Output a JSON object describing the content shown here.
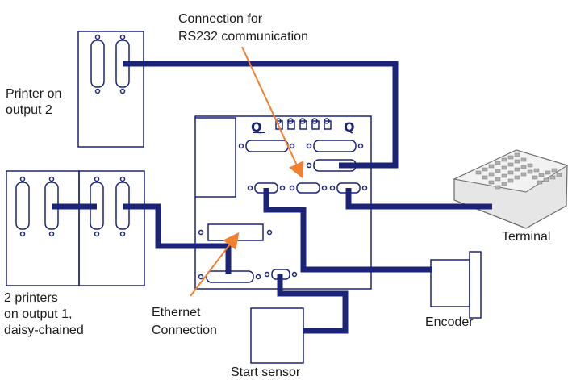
{
  "labels": {
    "rs232_line1": "Connection for",
    "rs232_line2": "RS232 communication",
    "printer2_line1": "Printer on",
    "printer2_line2": "output 2",
    "printers1_line1": "2 printers",
    "printers1_line2": "on output 1,",
    "printers1_line3": "daisy-chained",
    "ethernet_line1": "Ethernet",
    "ethernet_line2": "Connection",
    "terminal": "Terminal",
    "encoder": "Encoder",
    "start_sensor": "Start sensor"
  },
  "colors": {
    "outline": "#1c2478",
    "cable": "#1c2478",
    "arrow": "#f08030",
    "terminal_body": "#d8d8d8",
    "background": "#ffffff"
  },
  "icons": {
    "terminal": "keyboard-terminal-icon"
  }
}
